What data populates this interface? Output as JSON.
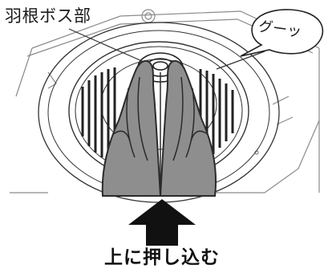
{
  "labels": {
    "fan_boss": "羽根ボス部",
    "sound_effect": "グーッ",
    "instruction": "上に押し込む"
  },
  "colors": {
    "hand_fill": "#8e8e8e",
    "hand_outline": "#2b2b2b",
    "arrow": "#111111",
    "line_art": "#6b6b6b"
  },
  "icons": {
    "push_direction": "up-arrow-icon",
    "hands": "pressing-hands-icon"
  }
}
